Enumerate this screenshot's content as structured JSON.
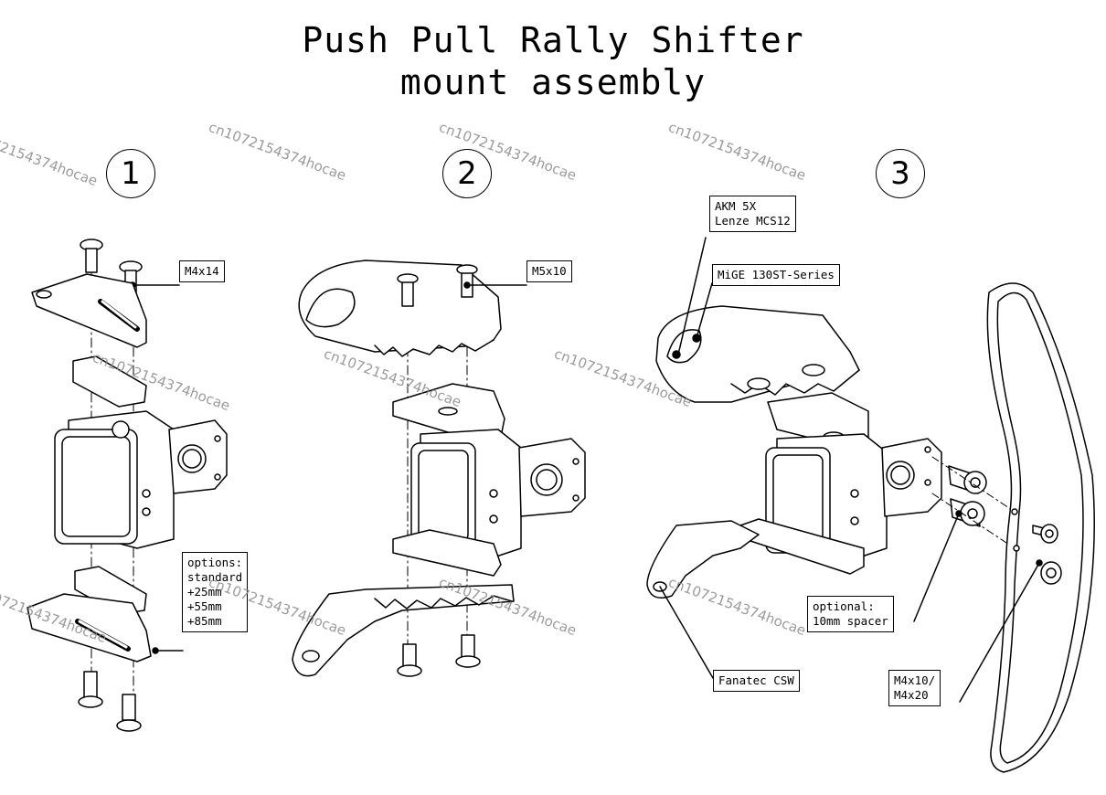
{
  "title": {
    "line1": "Push Pull Rally Shifter",
    "line2": "mount assembly"
  },
  "steps": [
    "1",
    "2",
    "3"
  ],
  "callouts": {
    "m4x14": "M4x14",
    "options": "options:\nstandard\n+25mm\n+55mm\n+85mm",
    "m5x10": "M5x10",
    "akm": "AKM 5X\nLenze MCS12",
    "mige": "MiGE 130ST-Series",
    "optional_spacer": "optional:\n10mm spacer",
    "fanatec": "Fanatec CSW",
    "m4x10": "M4x10/\nM4x20"
  },
  "watermark": "cn1072154374hocae"
}
